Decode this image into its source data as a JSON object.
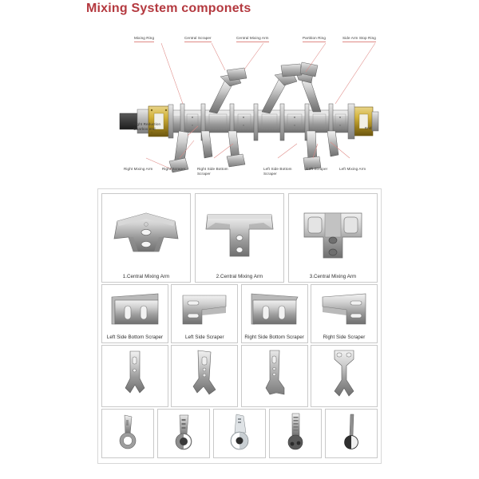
{
  "page": {
    "title": "Mixing System componets",
    "title_color": "#b4393f"
  },
  "diagram": {
    "name": "mixing-shaft-assembly",
    "leader_line_color": "#e08a86",
    "callouts_top": [
      {
        "id": "mixing-ring",
        "label": "Mixing Ring"
      },
      {
        "id": "central-scraper",
        "label": "Central Scraper"
      },
      {
        "id": "central-mixing-arm",
        "label": "Central Mixing Arm"
      },
      {
        "id": "partition-ring",
        "label": "Partition Ring"
      },
      {
        "id": "side-arm-stop-ring",
        "label": "Side Arm Stop Ring"
      }
    ],
    "callouts_bottom": [
      {
        "id": "right-mixing-arm",
        "label": "Right Mixing Arm"
      },
      {
        "id": "right-scraper",
        "label": "Right Scraper"
      },
      {
        "id": "right-side-bottom-scraper",
        "label": "Right Side Bottom\nScraper"
      },
      {
        "id": "left-side-bottom-scraper",
        "label": "Left Side Bottom\nScraper"
      },
      {
        "id": "left-scraper",
        "label": "Left Scraper"
      },
      {
        "id": "left-mixing-arm",
        "label": "Left Mixing Arm"
      }
    ],
    "callouts_inline": [
      {
        "id": "right-reduction-gearbox-end",
        "label": "Right Reduction\nGearbox end"
      },
      {
        "id": "end",
        "label": "End"
      }
    ]
  },
  "parts_grid": {
    "rows": [
      {
        "id": "row-central-mixing-arms",
        "cells": [
          {
            "id": "part-central-mixing-arm-1",
            "caption": "1.Central Mixing Arm",
            "art": "arm-wide-flared"
          },
          {
            "id": "part-central-mixing-arm-2",
            "caption": "2.Central Mixing Arm",
            "art": "arm-tee"
          },
          {
            "id": "part-central-mixing-arm-3",
            "caption": "3.Central Mixing Arm",
            "art": "arm-boxed"
          }
        ]
      },
      {
        "id": "row-side-scrapers",
        "cells": [
          {
            "id": "part-left-side-bottom-scraper",
            "caption": "Left Side Bottom Scraper",
            "art": "scraper-flat-slots"
          },
          {
            "id": "part-left-side-scraper",
            "caption": "Left Side Scraper",
            "art": "scraper-angled-left"
          },
          {
            "id": "part-right-side-bottom-scraper",
            "caption": "Right Side Bottom Scraper",
            "art": "scraper-flat-slots"
          },
          {
            "id": "part-right-side-scraper",
            "caption": "Right Side Scraper",
            "art": "scraper-angled-right"
          }
        ]
      },
      {
        "id": "row-mixing-arm-blanks",
        "cells": [
          {
            "id": "part-arm-blank-1",
            "caption": "",
            "art": "arm-forked-a"
          },
          {
            "id": "part-arm-blank-2",
            "caption": "",
            "art": "arm-forked-b"
          },
          {
            "id": "part-arm-blank-3",
            "caption": "",
            "art": "arm-forked-c"
          },
          {
            "id": "part-arm-blank-4",
            "caption": "",
            "art": "arm-forked-d"
          }
        ]
      },
      {
        "id": "row-holder-blanks",
        "cells": [
          {
            "id": "part-holder-blank-1",
            "caption": "",
            "art": "holder-ring-a"
          },
          {
            "id": "part-holder-blank-2",
            "caption": "",
            "art": "holder-ring-b"
          },
          {
            "id": "part-holder-blank-3",
            "caption": "",
            "art": "holder-ring-c"
          },
          {
            "id": "part-holder-blank-4",
            "caption": "",
            "art": "holder-ring-d"
          },
          {
            "id": "part-holder-blank-5",
            "caption": "",
            "art": "holder-ring-e"
          }
        ]
      }
    ]
  }
}
